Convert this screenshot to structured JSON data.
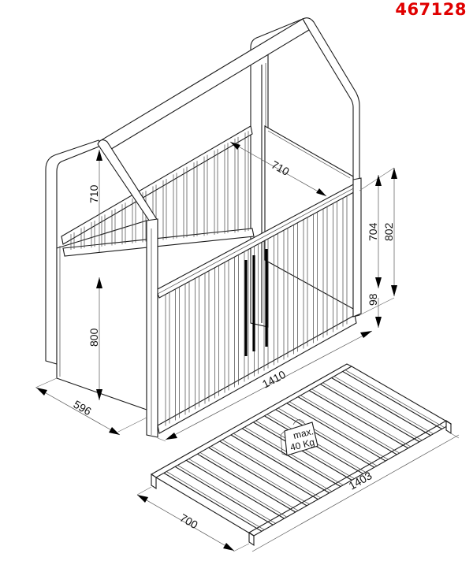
{
  "header": {
    "product_code": "467128",
    "product_code_color": "#e00000"
  },
  "drawing": {
    "subject": "house-shaped baby cot with separate slatted base",
    "units": "mm",
    "dimensions": {
      "roof_height": "710",
      "inner_width": "710",
      "side_height": "800",
      "depth": "596",
      "length": "1410",
      "rail_height_upper": "704",
      "total_right_height": "802",
      "base_clearance": "98",
      "base_width": "700",
      "base_length": "1403"
    },
    "weight_badge": {
      "line1": "max.",
      "line2": "40 Kg"
    }
  }
}
